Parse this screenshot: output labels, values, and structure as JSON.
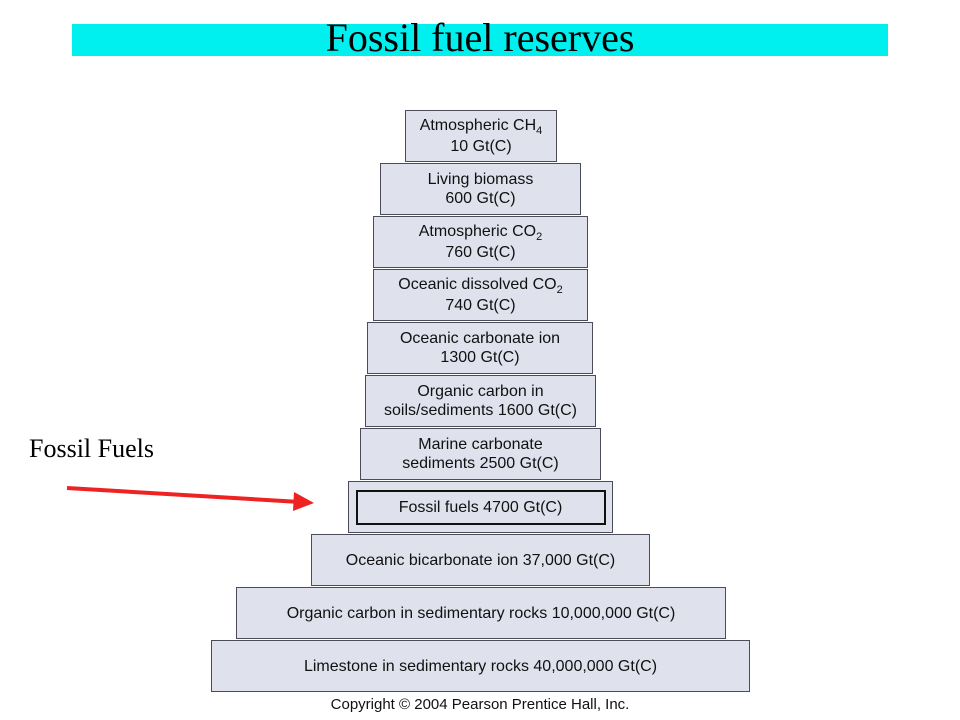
{
  "title": "Fossil fuel reserves",
  "side_label": "Fossil Fuels",
  "colors": {
    "title_bar": "#00f0f0",
    "arrow": "#ee2222",
    "block_fill": "#dfe1ed",
    "block_border": "#4b4b5a"
  },
  "blocks": [
    {
      "line1": "Atmospheric CH",
      "line1_sub": "4",
      "line2": "10 Gt(C)"
    },
    {
      "line1": "Living biomass",
      "line2": "600 Gt(C)"
    },
    {
      "line1": "Atmospheric CO",
      "line1_sub": "2",
      "line2": "760 Gt(C)"
    },
    {
      "line1": "Oceanic dissolved CO",
      "line1_sub": "2",
      "line2": "740 Gt(C)"
    },
    {
      "line1": "Oceanic carbonate ion",
      "line2": "1300 Gt(C)"
    },
    {
      "line1": "Organic carbon in",
      "line2": "soils/sediments 1600 Gt(C)"
    },
    {
      "line1": "Marine carbonate",
      "line2": "sediments 2500 Gt(C)"
    },
    {
      "line1": "Fossil fuels 4700 Gt(C)"
    },
    {
      "line1": "Oceanic bicarbonate ion 37,000 Gt(C)"
    },
    {
      "line1": "Organic carbon in sedimentary rocks 10,000,000 Gt(C)"
    },
    {
      "line1": "Limestone in sedimentary rocks 40,000,000 Gt(C)"
    }
  ],
  "copyright": "Copyright © 2004 Pearson Prentice Hall, Inc."
}
